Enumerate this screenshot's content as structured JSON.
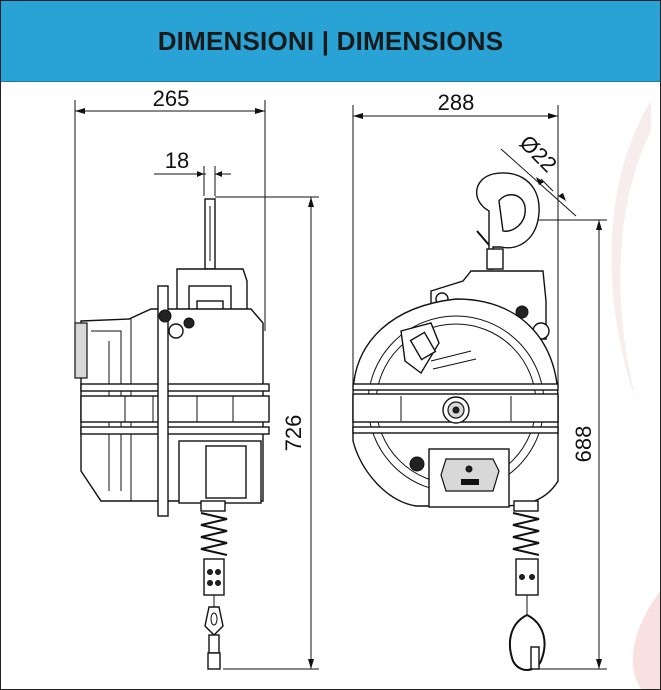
{
  "header": {
    "title": "DIMENSIONI | DIMENSIONS"
  },
  "dimensions": {
    "side_width": "265",
    "hook_width": "18",
    "side_height": "726",
    "front_width": "288",
    "hook_diameter": "Ø22",
    "front_height": "688"
  },
  "colors": {
    "banner": "#29a3d6",
    "watermark": "#f3d6d6"
  }
}
